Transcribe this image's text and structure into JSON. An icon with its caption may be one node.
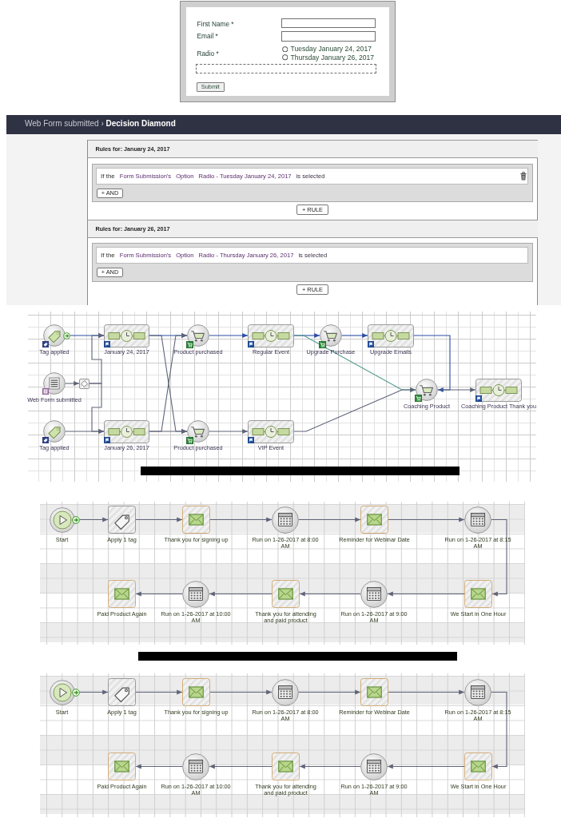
{
  "diagram": {
    "nodes": [
      {
        "text": [],
        "shape": "circle",
        "beside": [
          "Tag applied"
        ]
      },
      {
        "text": [],
        "shape": "box",
        "beside": [
          "January 24, 2017"
        ]
      },
      {
        "text": [],
        "shape": "circle",
        "beside": [
          "Product purchased"
        ]
      },
      {
        "text": [],
        "shape": "box",
        "beside": [
          "Regular Event"
        ]
      },
      {
        "text": [],
        "shape": "circle",
        "beside": [
          "Upgrade Purchase"
        ]
      },
      {
        "text": [],
        "shape": "box",
        "beside": [
          "Upgrade Emails"
        ]
      },
      {
        "text": [],
        "shape": "circle",
        "beside": [
          "Web Form submitted"
        ]
      },
      {
        "text": [],
        "shape": "box"
      },
      {
        "text": [],
        "shape": "circle",
        "beside": [
          "Coaching Product"
        ]
      },
      {
        "text": [],
        "shape": "box",
        "beside": [
          "Coaching Product Thank you"
        ]
      },
      {
        "text": [],
        "shape": "circle",
        "beside": [
          "Tag applied"
        ]
      },
      {
        "text": [],
        "shape": "box",
        "beside": [
          "January 26, 2017"
        ]
      },
      {
        "text": [],
        "shape": "circle",
        "beside": [
          "Product purchased"
        ]
      },
      {
        "text": [],
        "shape": "box",
        "beside": [
          "VIP Event"
        ]
      },
      {
        "text": [],
        "shape": "circle",
        "beside": [
          "Start"
        ]
      },
      {
        "text": [],
        "shape": "box",
        "beside": [
          "Apply 1 tag"
        ]
      },
      {
        "text": [],
        "shape": "box",
        "beside": [
          "Thank you for signing up"
        ]
      },
      {
        "text": [],
        "shape": "circle",
        "beside": [
          "Run on 1-26-2017 at 8:00 AM"
        ]
      },
      {
        "text": [],
        "shape": "box",
        "beside": [
          "Reminder for Webinar Date"
        ]
      },
      {
        "text": [],
        "shape": "circle",
        "beside": [
          "Run on 1-26-2017 at 8:15 AM"
        ]
      },
      {
        "text": [],
        "shape": "box",
        "beside": [
          "Paid Product Again"
        ]
      },
      {
        "text": [],
        "shape": "circle",
        "beside": [
          "Run on 1-26-2017 at 10:00 AM"
        ]
      },
      {
        "text": [],
        "shape": "box",
        "beside": [
          "Thank you for attending and paid product"
        ]
      },
      {
        "text": [],
        "shape": "circle",
        "beside": [
          "Run on 1-26-2017 at 9:00 AM"
        ]
      },
      {
        "text": [],
        "shape": "box",
        "beside": [
          "We Start in One Hour"
        ]
      },
      {
        "text": [],
        "shape": "circle",
        "beside": [
          "Start"
        ]
      },
      {
        "text": [],
        "shape": "box",
        "beside": [
          "Apply 1 tag"
        ]
      },
      {
        "text": [],
        "shape": "box",
        "beside": [
          "Thank you for signing up"
        ]
      },
      {
        "text": [],
        "shape": "circle",
        "beside": [
          "Run on 1-26-2017 at 8:00 AM"
        ]
      },
      {
        "text": [],
        "shape": "box",
        "beside": [
          "Reminder for Webinar Date"
        ]
      },
      {
        "text": [],
        "shape": "circle",
        "beside": [
          "Run on 1-26-2017 at 8:15 AM"
        ]
      },
      {
        "text": [],
        "shape": "box",
        "beside": [
          "Paid Product Again"
        ]
      },
      {
        "text": [],
        "shape": "circle",
        "beside": [
          "Run on 1-26-2017 at 10:00 AM"
        ]
      },
      {
        "text": [],
        "shape": "box",
        "beside": [
          "Thank you for attending and paid product"
        ]
      },
      {
        "text": [],
        "shape": "circle",
        "beside": [
          "Run on 1-26-2017 at 9:00 AM"
        ]
      },
      {
        "text": [],
        "shape": "box",
        "beside": [
          "We Start in One Hour"
        ]
      }
    ],
    "edges": [
      {
        "from": 0,
        "to": 1,
        "arrow": "to",
        "color": "#2b4ea6"
      },
      {
        "from": 1,
        "to": 2,
        "arrow": "to",
        "color": "#2b4ea6"
      },
      {
        "from": 1,
        "to": 12,
        "arrow": "to"
      },
      {
        "from": 2,
        "to": 3,
        "arrow": "to",
        "color": "#2b4ea6"
      },
      {
        "from": 3,
        "to": 4,
        "arrow": "to",
        "color": "#2b4ea6"
      },
      {
        "from": 3,
        "to": 8,
        "arrow": "to",
        "color": "#4e9a8c"
      },
      {
        "from": 4,
        "to": 5,
        "arrow": "to",
        "color": "#2b4ea6"
      },
      {
        "from": 5,
        "to": 8,
        "arrow": "to",
        "color": "#2b4ea6"
      },
      {
        "from": 6,
        "to": 7,
        "arrow": "to"
      },
      {
        "from": 7,
        "to": 1,
        "arrow": "to"
      },
      {
        "from": 7,
        "to": 11,
        "arrow": "to"
      },
      {
        "from": 8,
        "to": 9,
        "arrow": "to"
      },
      {
        "from": 10,
        "to": 11,
        "arrow": "to"
      },
      {
        "from": 11,
        "to": 2,
        "arrow": "to"
      },
      {
        "from": 11,
        "to": 12,
        "arrow": "to"
      },
      {
        "from": 12,
        "to": 13,
        "arrow": "to"
      },
      {
        "from": 13,
        "to": 8,
        "arrow": "to"
      },
      {
        "from": 14,
        "to": 15,
        "arrow": "to"
      },
      {
        "from": 15,
        "to": 16,
        "arrow": "to"
      },
      {
        "from": 16,
        "to": 17,
        "arrow": "to"
      },
      {
        "from": 17,
        "to": 18,
        "arrow": "to"
      },
      {
        "from": 18,
        "to": 19,
        "arrow": "to"
      },
      {
        "from": 19,
        "to": 24,
        "arrow": "to"
      },
      {
        "from": 24,
        "to": 23,
        "arrow": "to"
      },
      {
        "from": 23,
        "to": 22,
        "arrow": "to"
      },
      {
        "from": 22,
        "to": 21,
        "arrow": "to"
      },
      {
        "from": 21,
        "to": 20,
        "arrow": "to"
      },
      {
        "from": 25,
        "to": 26,
        "arrow": "to"
      },
      {
        "from": 26,
        "to": 27,
        "arrow": "to"
      },
      {
        "from": 27,
        "to": 28,
        "arrow": "to"
      },
      {
        "from": 28,
        "to": 29,
        "arrow": "to"
      },
      {
        "from": 29,
        "to": 30,
        "arrow": "to"
      },
      {
        "from": 30,
        "to": 35,
        "arrow": "to"
      },
      {
        "from": 35,
        "to": 34,
        "arrow": "to"
      },
      {
        "from": 34,
        "to": 33,
        "arrow": "to"
      },
      {
        "from": 33,
        "to": 32,
        "arrow": "to"
      },
      {
        "from": 32,
        "to": 31,
        "arrow": "to"
      }
    ],
    "labels": [
      "First Name *",
      "Email *",
      "Radio *",
      "Tuesday January 24, 2017",
      "Thursday January 26, 2017",
      "Submit",
      "Web Form submitted › **Decision Diamond**",
      "Rules for: January 24, 2017",
      "If the",
      "Form Submission's",
      "Option",
      "Radio - Tuesday January 24, 2017",
      "is selected",
      "+ AND",
      "+ RULE",
      "Rules for: January 26, 2017",
      "If the",
      "Form Submission's",
      "Option",
      "Radio - Thursday January 26, 2017",
      "is selected",
      "+ AND",
      "+ RULE"
    ]
  }
}
